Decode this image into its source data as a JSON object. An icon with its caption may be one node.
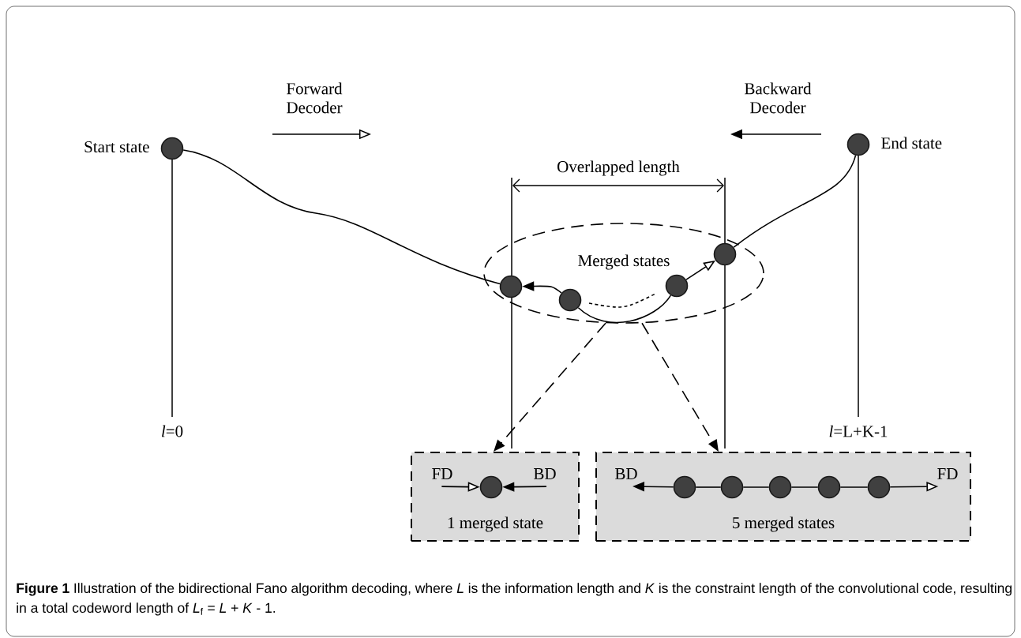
{
  "diagram": {
    "caption": "**Figure 1** Illustration of the bidirectional Fano algorithm decoding, where *L* is the information length and *K* is the constraint length of the convolutional code, resulting in a total codeword length of *L*$_{f}$ = *L* + *K* - 1.",
    "nodes": [
      {
        "text": [],
        "shape": "circle",
        "beside": [
          "Start state"
        ]
      },
      {
        "text": [],
        "shape": "circle",
        "beside": [
          "End state"
        ]
      },
      {
        "text": [
          "Merged states"
        ]
      },
      {
        "text": [],
        "shape": "circle",
        "in": 2
      },
      {
        "text": [],
        "shape": "circle",
        "in": 2
      },
      {
        "text": [],
        "shape": "circle",
        "in": 2
      },
      {
        "text": [],
        "shape": "circle",
        "in": 2
      },
      {
        "text": [
          "1 merged state"
        ]
      },
      {
        "text": [
          "FD"
        ],
        "in": 7
      },
      {
        "text": [],
        "shape": "circle",
        "in": 7
      },
      {
        "text": [
          "BD"
        ],
        "in": 7
      },
      {
        "text": [
          "5 merged states"
        ]
      },
      {
        "text": [
          "BD"
        ],
        "in": 11
      },
      {
        "text": [],
        "shape": "circle",
        "in": 11
      },
      {
        "text": [],
        "shape": "circle",
        "in": 11
      },
      {
        "text": [],
        "shape": "circle",
        "in": 11
      },
      {
        "text": [],
        "shape": "circle",
        "in": 11
      },
      {
        "text": [],
        "shape": "circle",
        "in": 11
      },
      {
        "text": [
          "FD"
        ],
        "in": 11
      }
    ],
    "edges": [
      {
        "from": 0,
        "to": 3,
        "arrow": "none"
      },
      {
        "from": 6,
        "to": 1,
        "arrow": "none"
      },
      {
        "from": 4,
        "to": 3,
        "arrow": "to"
      },
      {
        "from": 4,
        "to": 5,
        "arrow": "none"
      },
      {
        "from": 4,
        "to": 5,
        "arrow": "none",
        "style": "dashed"
      },
      {
        "from": 5,
        "to": 6,
        "arrow": "to"
      },
      {
        "from": 2,
        "to": 7,
        "arrow": "to",
        "style": "dashed"
      },
      {
        "from": 2,
        "to": 11,
        "arrow": "to",
        "style": "dashed"
      },
      {
        "from": 8,
        "to": 9,
        "arrow": "to"
      },
      {
        "from": 10,
        "to": 9,
        "arrow": "to"
      },
      {
        "from": 13,
        "to": 12,
        "arrow": "to"
      },
      {
        "from": 13,
        "to": 14,
        "arrow": "none"
      },
      {
        "from": 14,
        "to": 15,
        "arrow": "none"
      },
      {
        "from": 15,
        "to": 16,
        "arrow": "none"
      },
      {
        "from": 16,
        "to": 17,
        "arrow": "none"
      },
      {
        "from": 17,
        "to": 18,
        "arrow": "to"
      }
    ],
    "labels": [
      "Forward Decoder",
      "Backward Decoder",
      "Overlapped length",
      "*l*=0",
      "*l*=L+K-1"
    ]
  }
}
